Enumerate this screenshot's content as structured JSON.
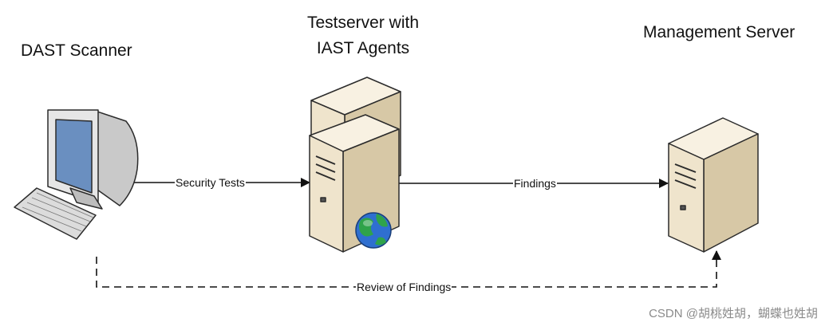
{
  "nodes": {
    "dast": {
      "title": "DAST Scanner"
    },
    "testserver": {
      "title_line1": "Testserver with",
      "title_line2": "IAST Agents"
    },
    "management": {
      "title": "Management Server"
    }
  },
  "edges": {
    "security_tests": "Security Tests",
    "findings": "Findings",
    "review": "Review of Findings"
  },
  "watermark": "CSDN @胡桃姓胡，蝴蝶也姓胡",
  "colors": {
    "server_face": "#efe4cc",
    "server_side": "#d7c8a6",
    "server_top": "#f8f1e2",
    "outline": "#2b2b2b",
    "globe_water": "#2f6fd0",
    "globe_land": "#2fa34a"
  },
  "icons": [
    "computer-icon",
    "server-icon",
    "globe-icon"
  ]
}
